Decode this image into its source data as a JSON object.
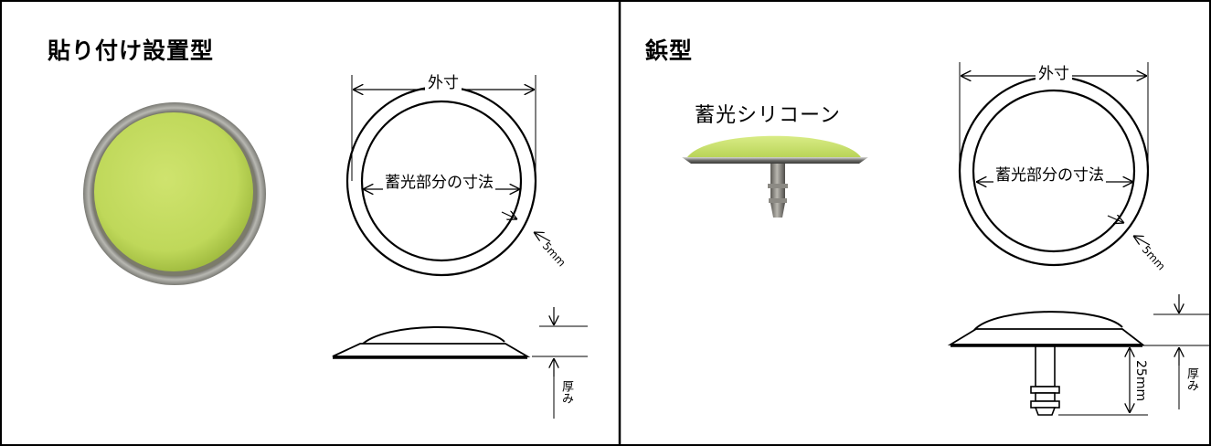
{
  "left_panel": {
    "title": "貼り付け設置型",
    "outer_dim_label": "外寸",
    "inner_dim_label": "蓄光部分の寸法",
    "ring_width_label": "5mm",
    "thickness_label": "厚み"
  },
  "right_panel": {
    "title": "鋲型",
    "product_caption": "蓄光シリコーン",
    "outer_dim_label": "外寸",
    "inner_dim_label": "蓄光部分の寸法",
    "ring_width_label": "5mm",
    "pin_length_label": "25mm",
    "thickness_label": "厚み"
  },
  "colors": {
    "phosphor": "#c6dd62",
    "rim": "#8c8c88",
    "line": "#000000"
  }
}
